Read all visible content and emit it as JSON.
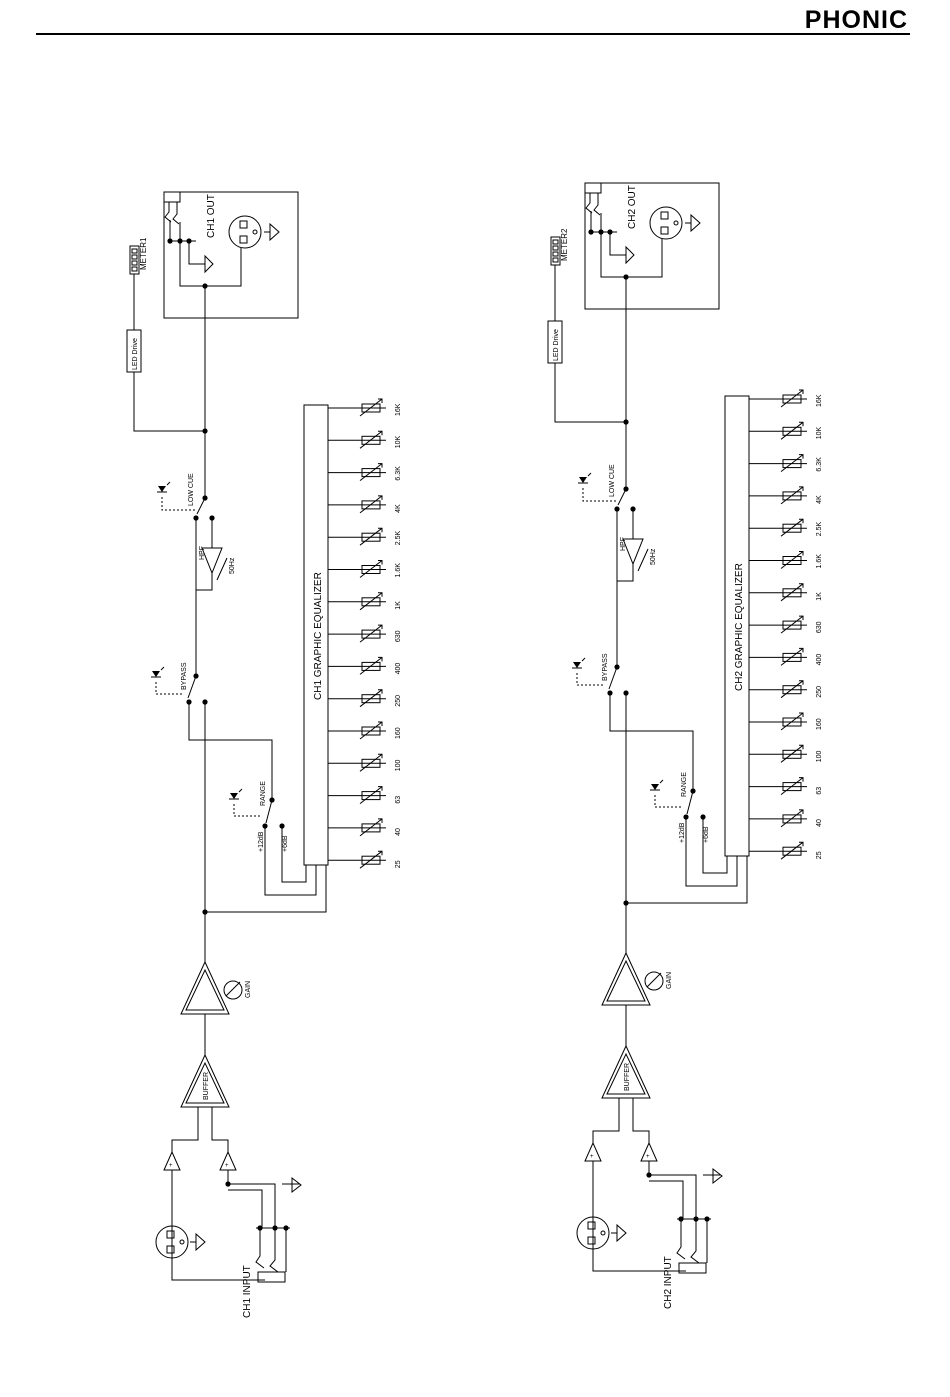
{
  "header": {
    "brand": "PHONIC"
  },
  "channels": [
    {
      "input_label": "CH1 INPUT",
      "output_label": "CH1 OUT",
      "meter_label": "METER1",
      "led_drive_label": "LED Drive",
      "eq_title": "CH1 GRAPHIC EQUALIZER",
      "gain_label": "GAIN",
      "buffer_label": "BUFFER",
      "hpf_label": "HPF",
      "hpf_freq": "50Hz",
      "low_cut_label": "LOW CUE",
      "bypass_label": "BYPASS",
      "range_label": "RANGE",
      "range_12": "+12dB",
      "range_6": "+6dB",
      "bands": [
        "16K",
        "10K",
        "6.3K",
        "4K",
        "2.5K",
        "1.6K",
        "1K",
        "630",
        "400",
        "250",
        "160",
        "100",
        "63",
        "40",
        "25"
      ]
    },
    {
      "input_label": "CH2 INPUT",
      "output_label": "CH2 OUT",
      "meter_label": "METER2",
      "led_drive_label": "LED Drive",
      "eq_title": "CH2 GRAPHIC EQUALIZER",
      "gain_label": "GAIN",
      "buffer_label": "BUFFER",
      "hpf_label": "HPF",
      "hpf_freq": "50Hz",
      "low_cut_label": "LOW CUE",
      "bypass_label": "BYPASS",
      "range_label": "RANGE",
      "range_12": "+12dB",
      "range_6": "+6dB",
      "bands": [
        "16K",
        "10K",
        "6.3K",
        "4K",
        "2.5K",
        "1.6K",
        "1K",
        "630",
        "400",
        "250",
        "160",
        "100",
        "63",
        "40",
        "25"
      ]
    }
  ]
}
